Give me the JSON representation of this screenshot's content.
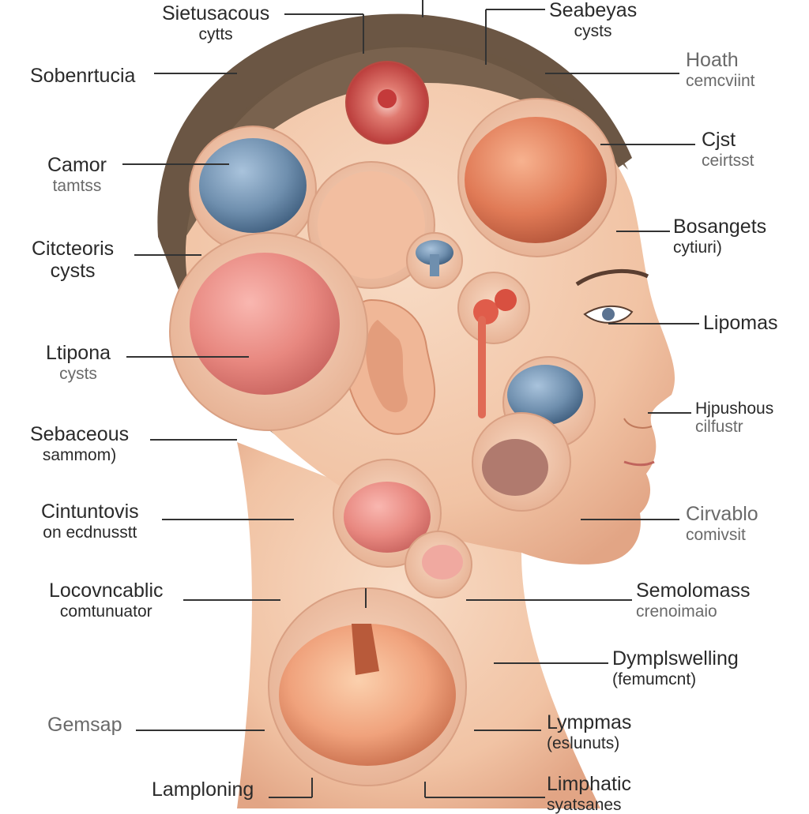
{
  "labels": {
    "top_center": {
      "line1": "Sietusacous",
      "line2": "cytts"
    },
    "top_right": {
      "line1": "Seabeyas",
      "line2": "cysts"
    },
    "left_1": {
      "line1": "Sobenrtucia",
      "line2": ""
    },
    "left_2": {
      "line1": "Camor",
      "line2": "tamtss"
    },
    "left_3": {
      "line1": "Citcteoris",
      "line2": "cysts"
    },
    "left_4": {
      "line1": "Ltipona",
      "line2": "cysts"
    },
    "left_5": {
      "line1": "Sebaceous",
      "line2": "sammom)"
    },
    "left_6": {
      "line1": "Cintuntovis",
      "line2": "on ecdnusstt"
    },
    "left_7": {
      "line1": "Locovncablic",
      "line2": "comtunuator"
    },
    "left_8": {
      "line1": "Gemsap",
      "line2": ""
    },
    "bottom_left": {
      "line1": "Lamploning",
      "line2": ""
    },
    "right_1": {
      "line1": "Hoath",
      "line2": "cemcviint"
    },
    "right_2": {
      "line1": "Cjst",
      "line2": "ceirtsst"
    },
    "right_3": {
      "line1": "Bosangets",
      "line2": "cytiuri)"
    },
    "right_4": {
      "line1": "Lipomas",
      "line2": ""
    },
    "right_5": {
      "line1": "Hjpushous",
      "line2": "cilfustr"
    },
    "right_6": {
      "line1": "Cirvablo",
      "line2": "comivsit"
    },
    "right_7": {
      "line1": "Semolomass",
      "line2": "crenoimaio"
    },
    "right_8": {
      "line1": "Dymplswelling",
      "line2": "(femumcnt)"
    },
    "right_9": {
      "line1": "Lympmas",
      "line2": "(eslunuts)"
    },
    "bottom_right": {
      "line1": "Limphatic",
      "line2": "syatsanes"
    }
  },
  "colors": {
    "skin": "#f3c9ac",
    "skin_shadow": "#e3a889",
    "hair": "#6b5644",
    "cyst_pink": "#ec8f88",
    "cyst_red": "#c9403f",
    "cyst_blue": "#6f8fae",
    "cyst_orange": "#e07a56",
    "leader": "#333333",
    "text": "#2a2a2a"
  },
  "icons": [
    "head-profile-illustration",
    "ear-illustration",
    "eye-illustration"
  ]
}
